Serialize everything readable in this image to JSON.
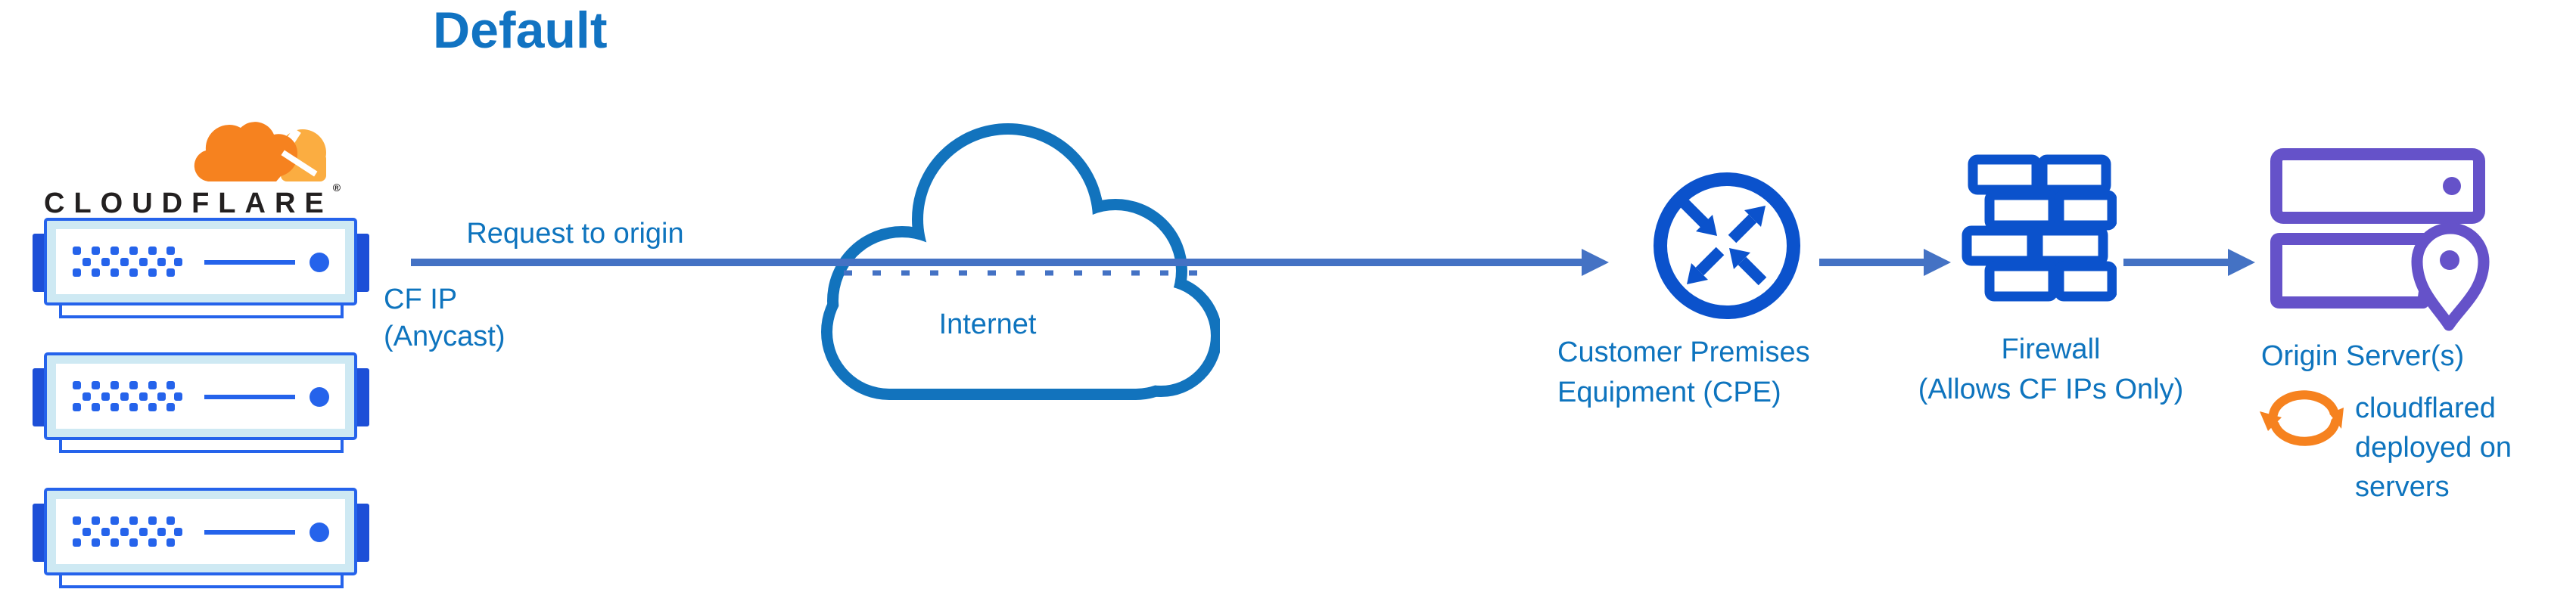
{
  "title": "Default",
  "brand": {
    "wordmark": "CLOUDFLARE",
    "registered_mark": "®"
  },
  "labels": {
    "request": "Request to origin",
    "cf_ip": "CF IP\n(Anycast)",
    "internet": "Internet",
    "cpe": "Customer Premises\nEquipment (CPE)",
    "firewall": "Firewall\n(Allows CF IPs Only)",
    "origin": "Origin Server(s)",
    "cloudflared_note": "cloudflared\ndeployed on\nservers"
  },
  "icons": {
    "cloudflare-logo-icon": "orange cloudflare cloud",
    "server-rack-icon": "blue anycast edge server unit (x3)",
    "internet-cloud-icon": "cloud outline",
    "cpe-router-icon": "circle with four crossing arrows",
    "firewall-icon": "brick wall",
    "origin-servers-icon": "stacked servers with location pin",
    "sync-arrows-icon": "circular refresh arrows",
    "request-arrow": "solid right arrow through internet cloud",
    "internet-dashed-line": "dashed transit segment inside cloud"
  },
  "colors": {
    "title_blue": "#1173C2",
    "label_blue": "#0E74BE",
    "arrow_blue": "#4472C4",
    "icon_blue": "#0B52CC",
    "cloud_stroke": "#1273BD",
    "server_blue": "#2563EB",
    "server_tab_blue": "#1D4FD7",
    "server_fill": "#CEE9F3",
    "origin_purple": "#6552C9",
    "orange": "#F6821F",
    "orange_light": "#FBAD41",
    "wordmark_black": "#232020"
  }
}
